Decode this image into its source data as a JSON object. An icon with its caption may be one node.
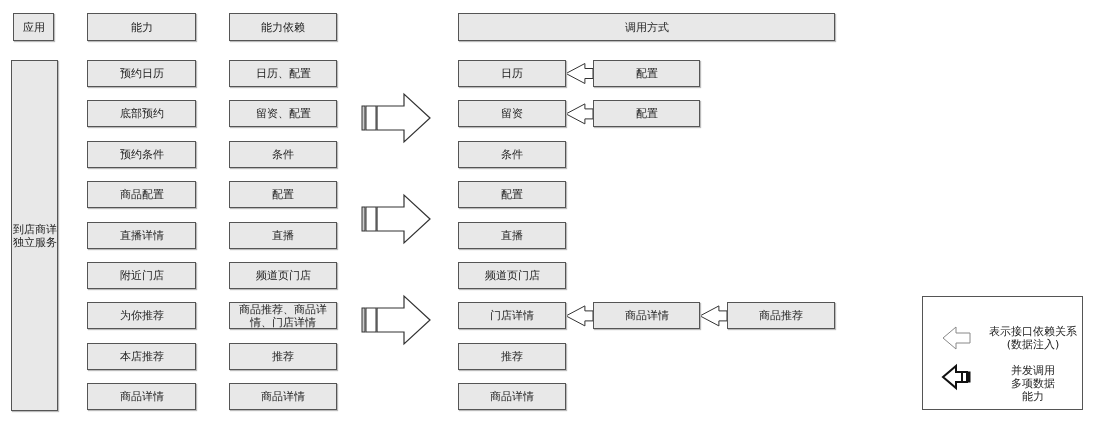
{
  "diagram": {
    "nodes": [
      {
        "text": [
          "应用"
        ]
      },
      {
        "text": [
          "能力"
        ]
      },
      {
        "text": [
          "能力依赖"
        ]
      },
      {
        "text": [
          "调用方式"
        ]
      },
      {
        "text": [
          "到店商详独立服务"
        ]
      },
      {
        "text": [
          "预约日历"
        ]
      },
      {
        "text": [
          "底部预约"
        ]
      },
      {
        "text": [
          "预约条件"
        ]
      },
      {
        "text": [
          "商品配置"
        ]
      },
      {
        "text": [
          "直播详情"
        ]
      },
      {
        "text": [
          "附近门店"
        ]
      },
      {
        "text": [
          "为你推荐"
        ]
      },
      {
        "text": [
          "本店推荐"
        ]
      },
      {
        "text": [
          "商品详情"
        ]
      },
      {
        "text": [
          "日历、配置"
        ]
      },
      {
        "text": [
          "留资、配置"
        ]
      },
      {
        "text": [
          "条件"
        ]
      },
      {
        "text": [
          "配置"
        ]
      },
      {
        "text": [
          "直播"
        ]
      },
      {
        "text": [
          "频道页门店"
        ]
      },
      {
        "text": [
          "商品推荐、商品详情、门店详情"
        ]
      },
      {
        "text": [
          "推荐"
        ]
      },
      {
        "text": [
          "商品详情"
        ]
      },
      {
        "text": [
          "日历"
        ]
      },
      {
        "text": [
          "配置"
        ]
      },
      {
        "text": [
          "留资"
        ]
      },
      {
        "text": [
          "配置"
        ]
      },
      {
        "text": [
          "条件"
        ]
      },
      {
        "text": [
          "配置"
        ]
      },
      {
        "text": [
          "直播"
        ]
      },
      {
        "text": [
          "频道页门店"
        ]
      },
      {
        "text": [
          "门店详情"
        ]
      },
      {
        "text": [
          "商品详情"
        ]
      },
      {
        "text": [
          "商品推荐"
        ]
      },
      {
        "text": [
          "推荐"
        ]
      },
      {
        "text": [
          "商品详情"
        ]
      }
    ],
    "edges": [
      {
        "from": 24,
        "to": 23,
        "arrow": "to"
      },
      {
        "from": 26,
        "to": 25,
        "arrow": "to"
      },
      {
        "from": 32,
        "to": 31,
        "arrow": "to"
      },
      {
        "from": 33,
        "to": 32,
        "arrow": "to"
      }
    ],
    "legend": [
      {
        "text": "表示接口依赖关系(数据注入)"
      },
      {
        "text": "并发调用多项数据能力"
      }
    ]
  }
}
